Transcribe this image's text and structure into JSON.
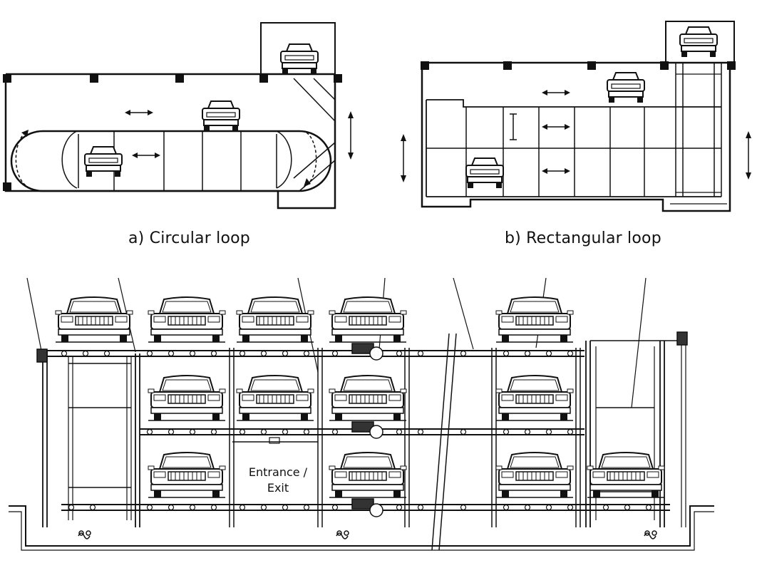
{
  "captions": {
    "circular": "a) Circular loop",
    "rectangular": "b) Rectangular loop"
  },
  "labels": {
    "entrance_line1": "Entrance /",
    "entrance_line2": "Exit"
  },
  "colors": {
    "ink": "#111111",
    "background": "#ffffff"
  }
}
